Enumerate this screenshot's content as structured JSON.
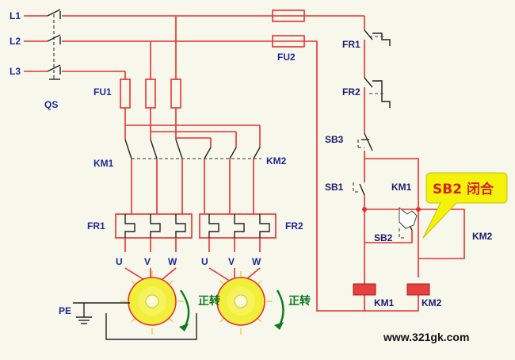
{
  "labels": {
    "l1": "L1",
    "l2": "L2",
    "l3": "L3",
    "qs": "QS",
    "fu1": "FU1",
    "fu2": "FU2",
    "km1": "KM1",
    "km2": "KM2",
    "fr1": "FR1",
    "fr2": "FR2",
    "u1": "U",
    "v1": "V",
    "w1": "W",
    "u2": "U",
    "v2": "V",
    "w2": "W",
    "pe": "PE",
    "ctrl_fr1": "FR1",
    "ctrl_fr2": "FR2",
    "sb3": "SB3",
    "sb1": "SB1",
    "sb2": "SB2",
    "ctrl_km1": "KM1",
    "ctrl_km2": "KM2",
    "coil_km1": "KM1",
    "coil_km2": "KM2"
  },
  "rotation": {
    "left": "正转",
    "right": "正转"
  },
  "callout": "SB2 闭合",
  "watermark": "www.321gk.com",
  "colors": {
    "background": "#f7f7ec",
    "wire": "#e63030",
    "label": "#1b2a9a",
    "motor": "#f2ef3a",
    "callout_fill": "#f4f20a",
    "rotation_text": "#0b7a1e"
  }
}
